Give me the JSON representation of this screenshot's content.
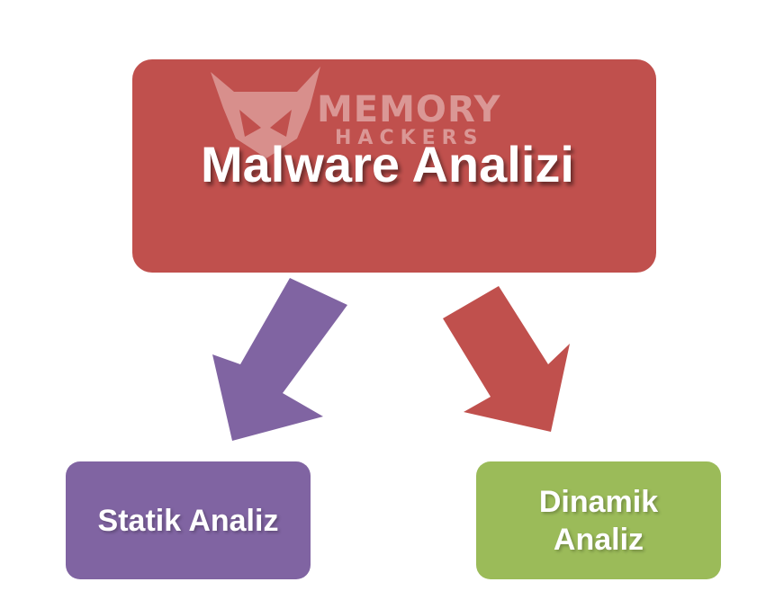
{
  "diagram": {
    "main_node": {
      "label": "Malware Analizi",
      "color": "#c0504d"
    },
    "watermark": {
      "line1": "MEMORY",
      "line2": "HACKERS",
      "icon": "horned-mask-logo"
    },
    "children": [
      {
        "label": "Statik Analiz",
        "color": "#8064a2",
        "arrow_color": "#8064a2",
        "arrow_icon": "arrow-down-left-icon"
      },
      {
        "label_line1": "Dinamik",
        "label_line2": "Analiz",
        "color": "#9bbb59",
        "arrow_color": "#c0504d",
        "arrow_icon": "arrow-down-right-icon"
      }
    ]
  }
}
